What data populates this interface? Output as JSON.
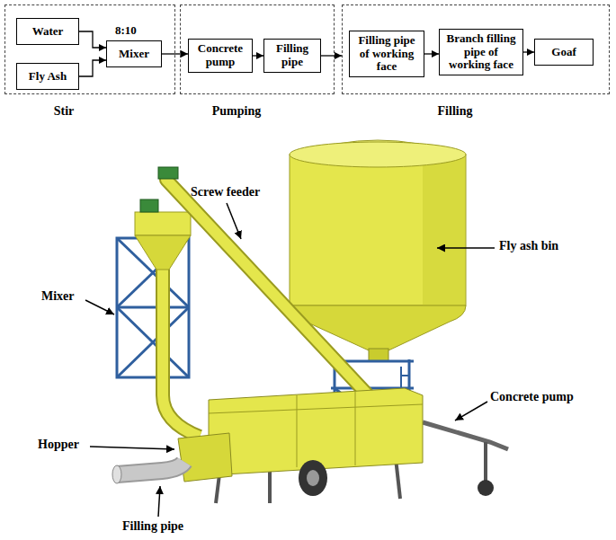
{
  "diagram": {
    "nodes": [
      {
        "text": [
          "Stir"
        ]
      },
      {
        "text": [
          "Water"
        ],
        "in": 0
      },
      {
        "text": [
          "Fly Ash"
        ],
        "in": 0
      },
      {
        "text": [
          "Mixer"
        ],
        "in": 0
      },
      {
        "text": [
          "Pumping"
        ]
      },
      {
        "text": [
          "Concrete pump"
        ],
        "in": 4
      },
      {
        "text": [
          "Filling pipe"
        ],
        "in": 4
      },
      {
        "text": [
          "Filling"
        ]
      },
      {
        "text": [
          "Filling pipe of working face"
        ],
        "in": 7
      },
      {
        "text": [
          "Branch filling pipe of working face"
        ],
        "in": 7
      },
      {
        "text": [
          "Goaf"
        ],
        "in": 7
      }
    ],
    "edges": [
      {
        "from": 1,
        "to": 3,
        "arrow": "to"
      },
      {
        "from": 2,
        "to": 3,
        "arrow": "to"
      },
      {
        "from": 3,
        "to": 5,
        "arrow": "to"
      },
      {
        "from": 5,
        "to": 6,
        "arrow": "to"
      },
      {
        "from": 6,
        "to": 7,
        "arrow": "to"
      },
      {
        "from": 8,
        "to": 9,
        "arrow": "to"
      },
      {
        "from": 9,
        "to": 10,
        "arrow": "to"
      }
    ],
    "labels": [
      "8:10",
      "Screw feeder",
      "Fly ash bin",
      "Mixer",
      "Concrete pump",
      "Hopper",
      "Filling pipe"
    ]
  }
}
